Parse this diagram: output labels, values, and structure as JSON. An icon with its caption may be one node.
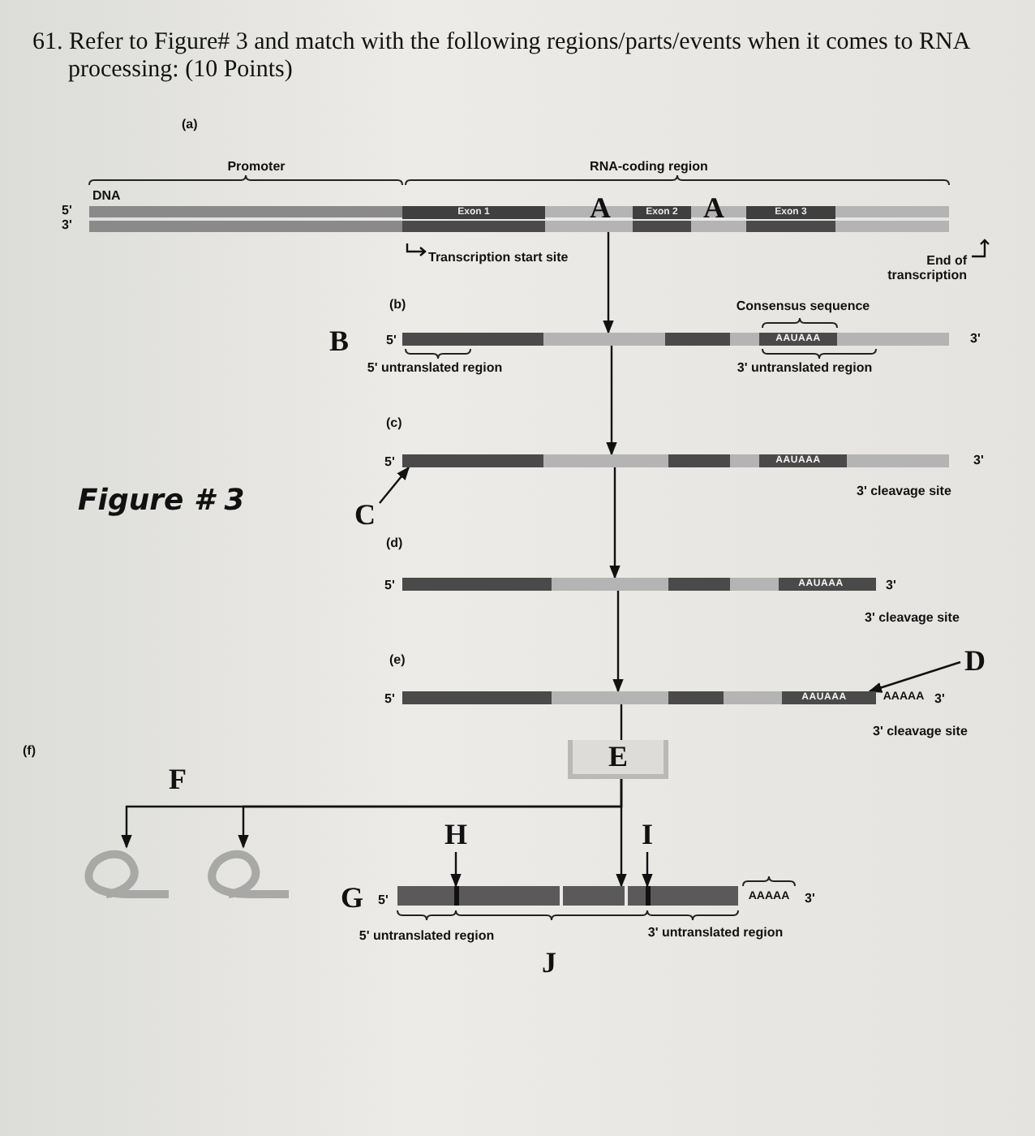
{
  "diagram": {
    "title": "61. Refer to Figure# 3 and match with the following regions/parts/events when it comes to RNA processing: (10 Points)",
    "nodes": [
      {
        "text": [],
        "shape": "bar"
      },
      {
        "text": [
          "Exon 1"
        ],
        "in": 0
      },
      {
        "text": [
          "Exon 2"
        ],
        "in": 0
      },
      {
        "text": [
          "Exon 3"
        ],
        "in": 0
      },
      {
        "text": [],
        "shape": "bar"
      },
      {
        "text": [],
        "shape": "bar"
      },
      {
        "text": [],
        "shape": "bar"
      },
      {
        "text": [],
        "shape": "bar"
      },
      {
        "text": [
          "C"
        ]
      },
      {
        "text": [
          "D"
        ]
      },
      {
        "text": [
          "E"
        ]
      },
      {
        "text": [],
        "shape": "loop"
      },
      {
        "text": [],
        "shape": "loop"
      },
      {
        "text": [],
        "shape": "bar"
      },
      {
        "text": [
          "H"
        ]
      },
      {
        "text": [
          "I"
        ]
      }
    ],
    "edges": [
      {
        "from": 0,
        "to": 4,
        "arrow": "to"
      },
      {
        "from": 4,
        "to": 5,
        "arrow": "to"
      },
      {
        "from": 5,
        "to": 6,
        "arrow": "to"
      },
      {
        "from": 6,
        "to": 7,
        "arrow": "to"
      },
      {
        "from": 8,
        "to": 5,
        "arrow": "to"
      },
      {
        "from": 9,
        "to": 7,
        "arrow": "to"
      },
      {
        "from": 7,
        "to": 10,
        "arrow": "none"
      },
      {
        "from": 10,
        "to": 11,
        "arrow": "to"
      },
      {
        "from": 10,
        "to": 12,
        "arrow": "to"
      },
      {
        "from": 10,
        "to": 13,
        "arrow": "to"
      },
      {
        "from": 14,
        "to": 13,
        "arrow": "to"
      },
      {
        "from": 15,
        "to": 13,
        "arrow": "to"
      }
    ],
    "labels": [
      "(a)",
      "Promoter",
      "RNA-coding region",
      "DNA",
      "5'",
      "3'",
      "A",
      "A",
      "Transcription start site",
      "End of transcription",
      "(b)",
      "B",
      "5'",
      "Consensus sequence",
      "AAUAAA",
      "3'",
      "5' untranslated region",
      "3' untranslated region",
      "(c)",
      "5'",
      "AAUAAA",
      "3'",
      "3' cleavage site",
      "Figure # 3",
      "(d)",
      "5'",
      "AAUAAA",
      "3'",
      "3' cleavage site",
      "(e)",
      "5'",
      "AAUAAA",
      "AAAAA",
      "3'",
      "3' cleavage site",
      "(f)",
      "F",
      "G",
      "5'",
      "AAAAA",
      "3'",
      "5' untranslated region",
      "J",
      "3' untranslated region"
    ]
  }
}
